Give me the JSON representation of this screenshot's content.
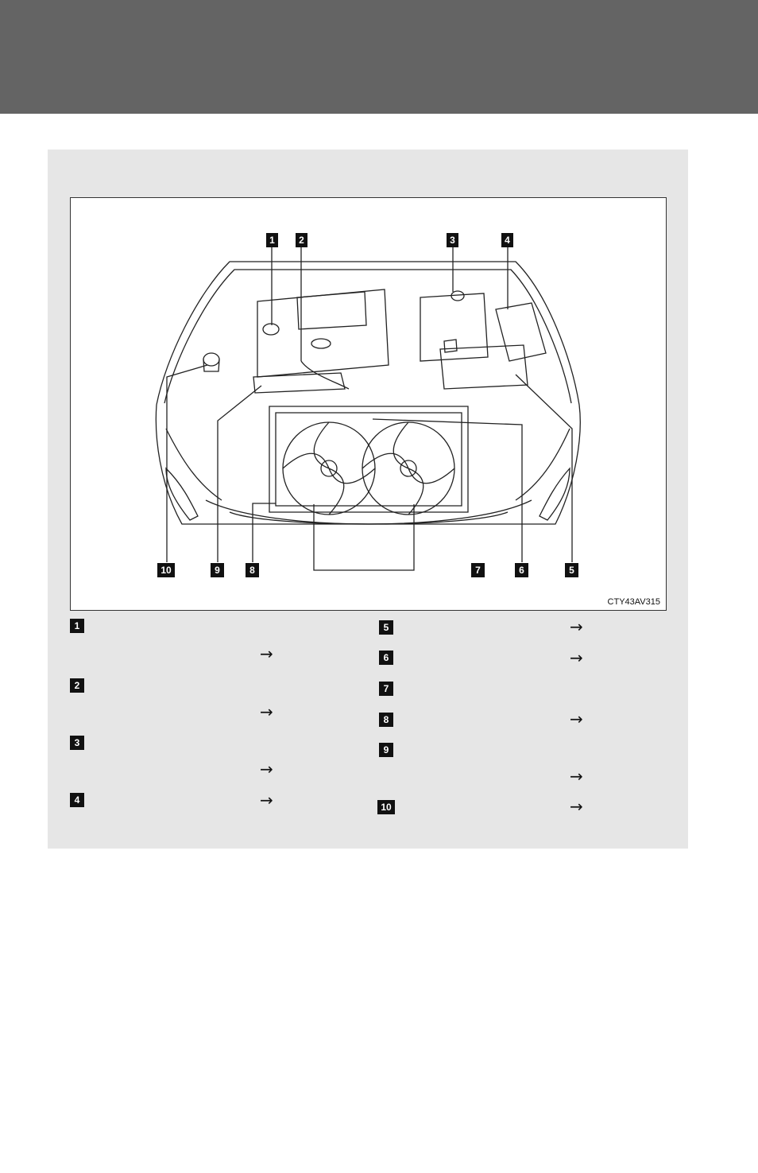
{
  "figure": {
    "code": "CTY43AV315",
    "callouts": [
      "1",
      "2",
      "3",
      "4",
      "5",
      "6",
      "7",
      "8",
      "9",
      "10"
    ]
  },
  "legend": {
    "items": [
      {
        "num": "1"
      },
      {
        "num": "2"
      },
      {
        "num": "3"
      },
      {
        "num": "4"
      },
      {
        "num": "5"
      },
      {
        "num": "6"
      },
      {
        "num": "7"
      },
      {
        "num": "8"
      },
      {
        "num": "9"
      },
      {
        "num": "10"
      }
    ],
    "arrow_glyph": "→"
  }
}
